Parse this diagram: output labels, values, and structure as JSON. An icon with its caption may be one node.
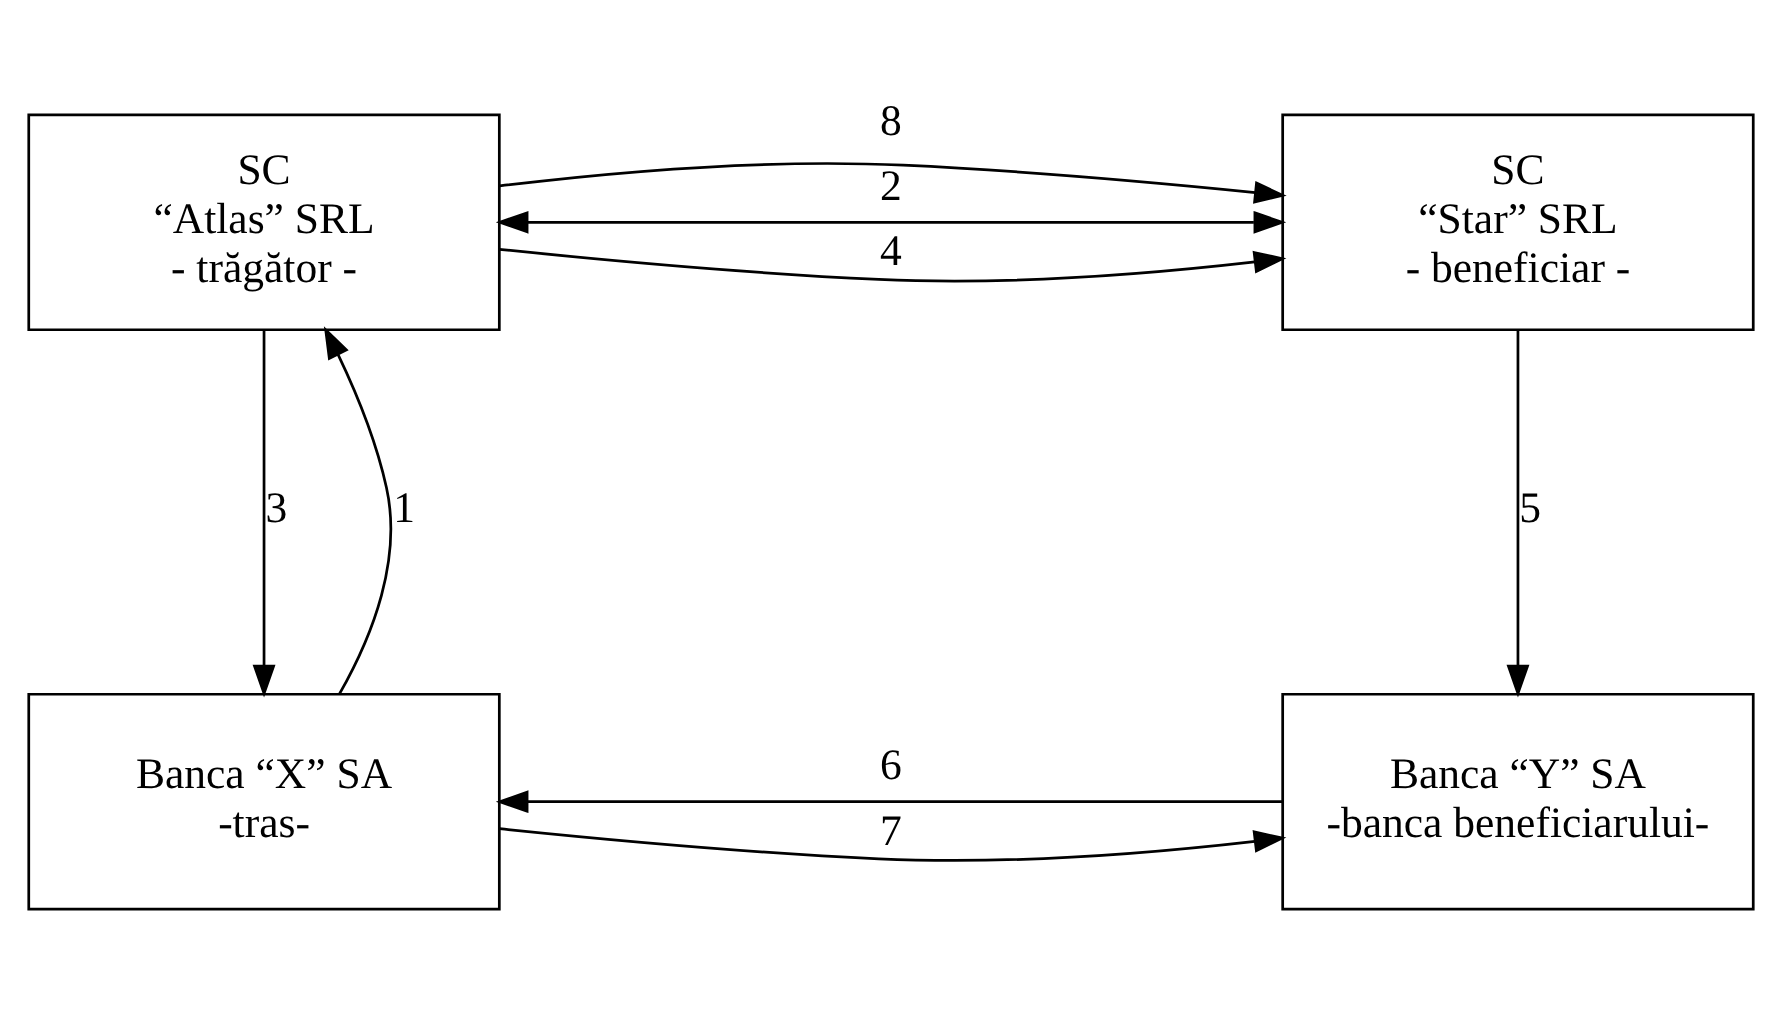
{
  "diagram": {
    "nodes": [
      {
        "text": [
          "SC",
          "“Atlas” SRL",
          "- trăgător -"
        ]
      },
      {
        "text": [
          "SC",
          "“Star” SRL",
          "- beneficiar -"
        ]
      },
      {
        "text": [
          "Banca “X” SA",
          "-tras-"
        ]
      },
      {
        "text": [
          "Banca “Y” SA",
          "-banca beneficiarului-"
        ]
      }
    ],
    "edges": [
      {
        "from": 0,
        "to": 1,
        "arrow": "both",
        "label": "2"
      },
      {
        "from": 0,
        "to": 1,
        "arrow": "to",
        "label": "4"
      },
      {
        "from": 0,
        "to": 1,
        "arrow": "to",
        "label": "8"
      },
      {
        "from": 2,
        "to": 0,
        "arrow": "to",
        "label": "1"
      },
      {
        "from": 0,
        "to": 2,
        "arrow": "to",
        "label": "3"
      },
      {
        "from": 1,
        "to": 3,
        "arrow": "to",
        "label": "5"
      },
      {
        "from": 3,
        "to": 2,
        "arrow": "to",
        "label": "6"
      },
      {
        "from": 2,
        "to": 3,
        "arrow": "to",
        "label": "7"
      }
    ]
  }
}
